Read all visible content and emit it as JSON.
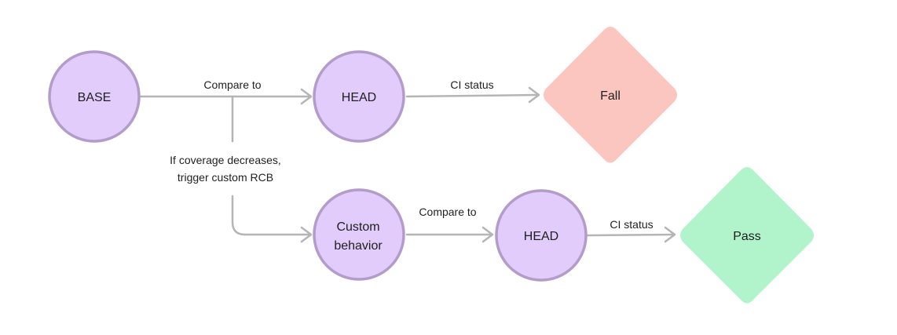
{
  "nodes": {
    "base": {
      "label": "BASE"
    },
    "head_top": {
      "label": "HEAD"
    },
    "fail": {
      "label": "Fall"
    },
    "custom": {
      "label_line1": "Custom",
      "label_line2": "behavior"
    },
    "head_bottom": {
      "label": "HEAD"
    },
    "pass": {
      "label": "Pass"
    }
  },
  "edges": {
    "base_to_head": {
      "label": "Compare to"
    },
    "head_to_fail": {
      "label": "CI status"
    },
    "branch": {
      "label_line1": "If coverage decreases,",
      "label_line2": "trigger custom RCB"
    },
    "custom_to_head": {
      "label": "Compare to"
    },
    "head_to_pass": {
      "label": "CI status"
    }
  },
  "colors": {
    "node_fill": "#e2ccfb",
    "node_stroke": "#b39cc9",
    "fail_fill": "#fcc6c0",
    "pass_fill": "#b1f3cb",
    "edge_stroke": "#b5b5b5"
  }
}
